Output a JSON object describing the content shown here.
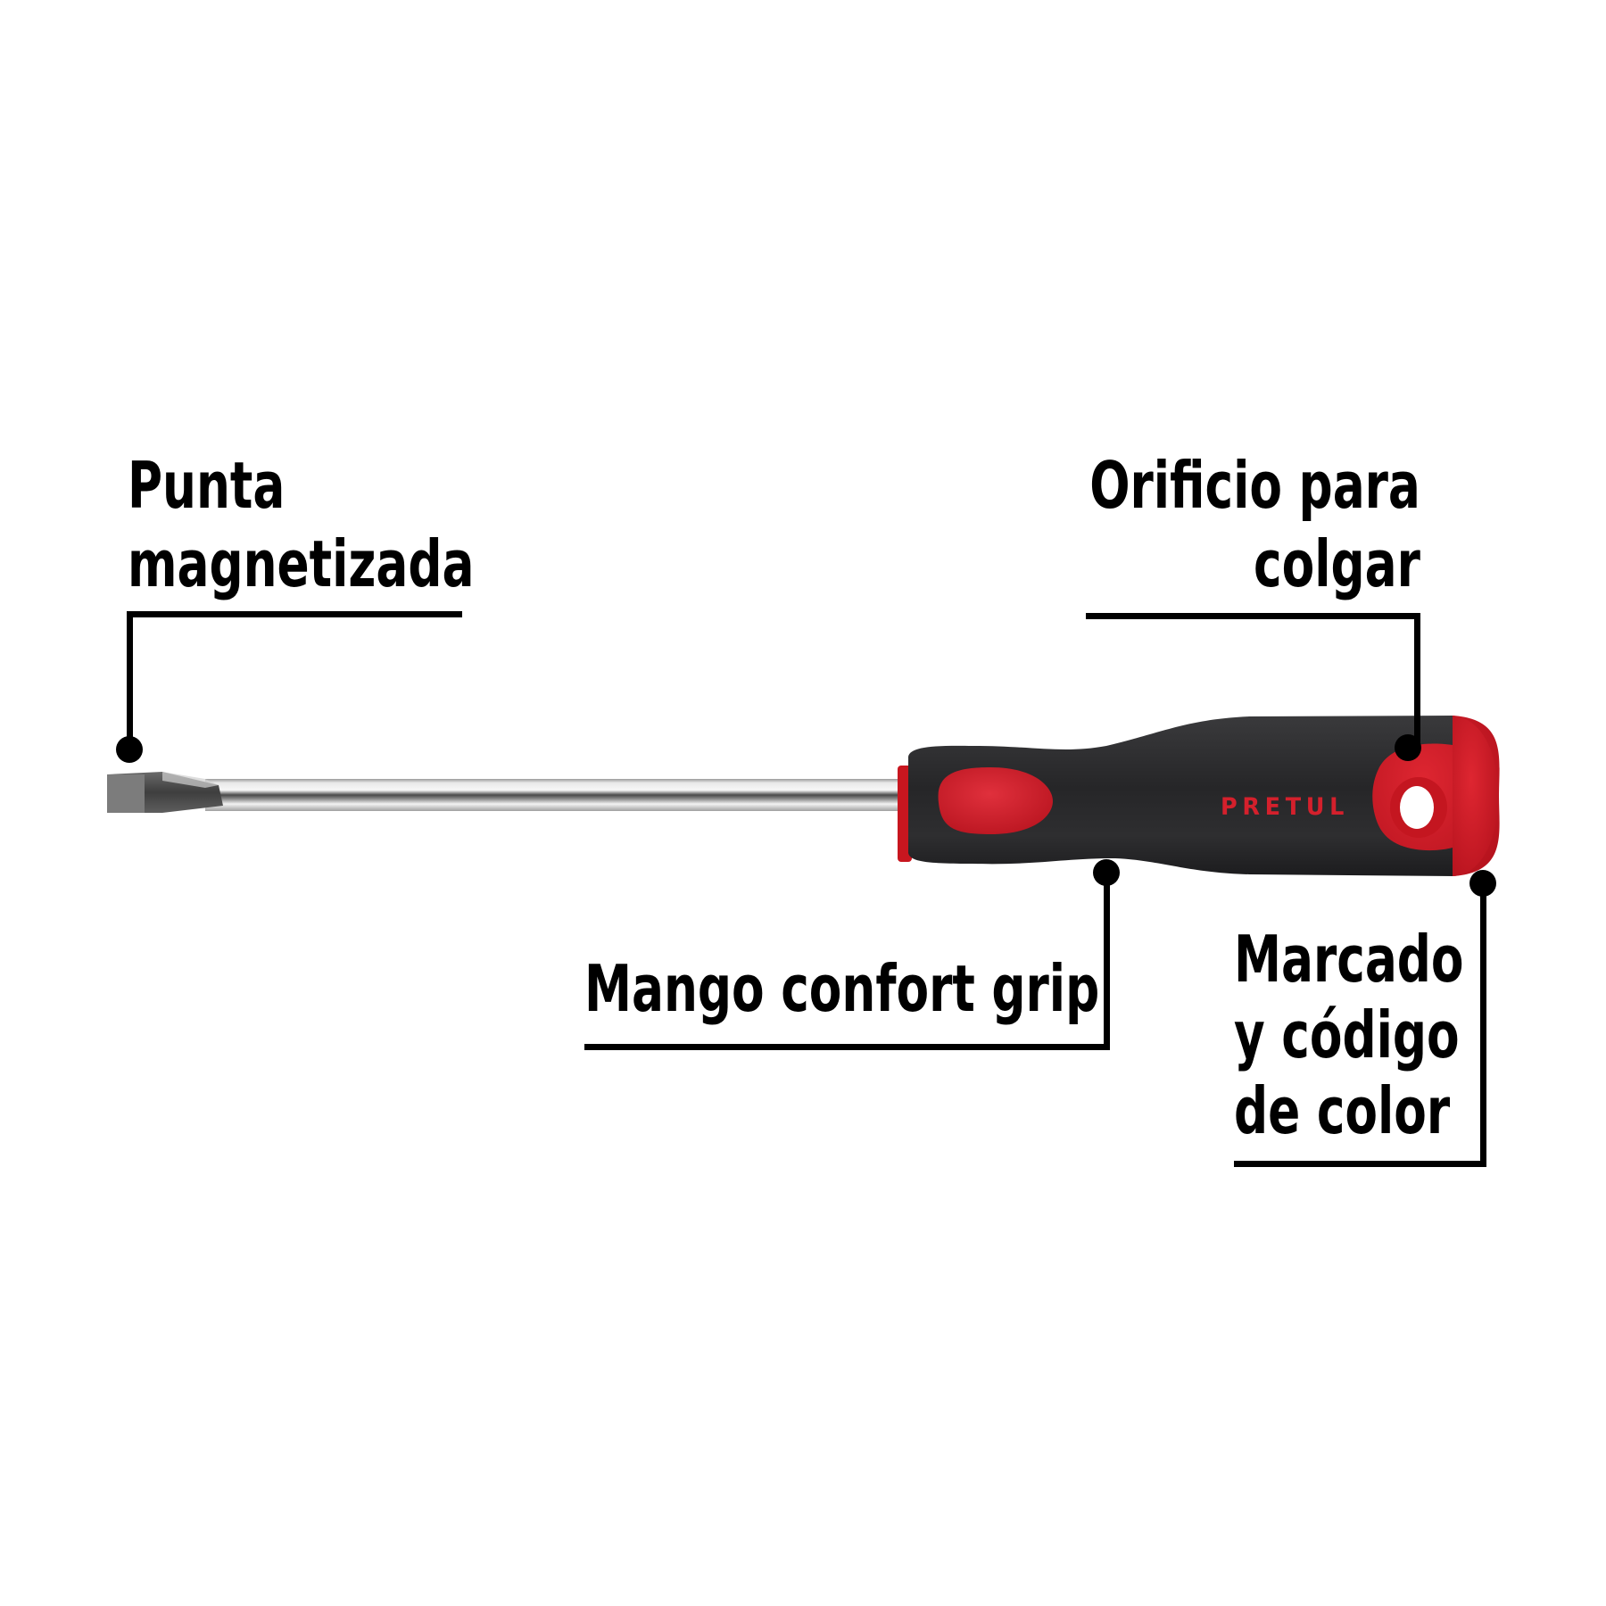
{
  "diagram": {
    "subject": "Flat-tip screwdriver",
    "brand_mark": "PRETUL",
    "colors": {
      "background": "#ffffff",
      "callout": "#000000",
      "handle_black": "#2b2b2d",
      "handle_red": "#d41e2c",
      "shaft_steel": "#c8c8c8"
    },
    "callouts": [
      {
        "id": "tip",
        "lines": [
          "Punta",
          "magnetizada"
        ]
      },
      {
        "id": "hang-hole",
        "lines": [
          "Orificio para",
          "colgar"
        ]
      },
      {
        "id": "grip",
        "lines": [
          "Mango confort grip"
        ]
      },
      {
        "id": "color-code",
        "lines": [
          "Marcado",
          "y código",
          "de color"
        ]
      }
    ]
  }
}
